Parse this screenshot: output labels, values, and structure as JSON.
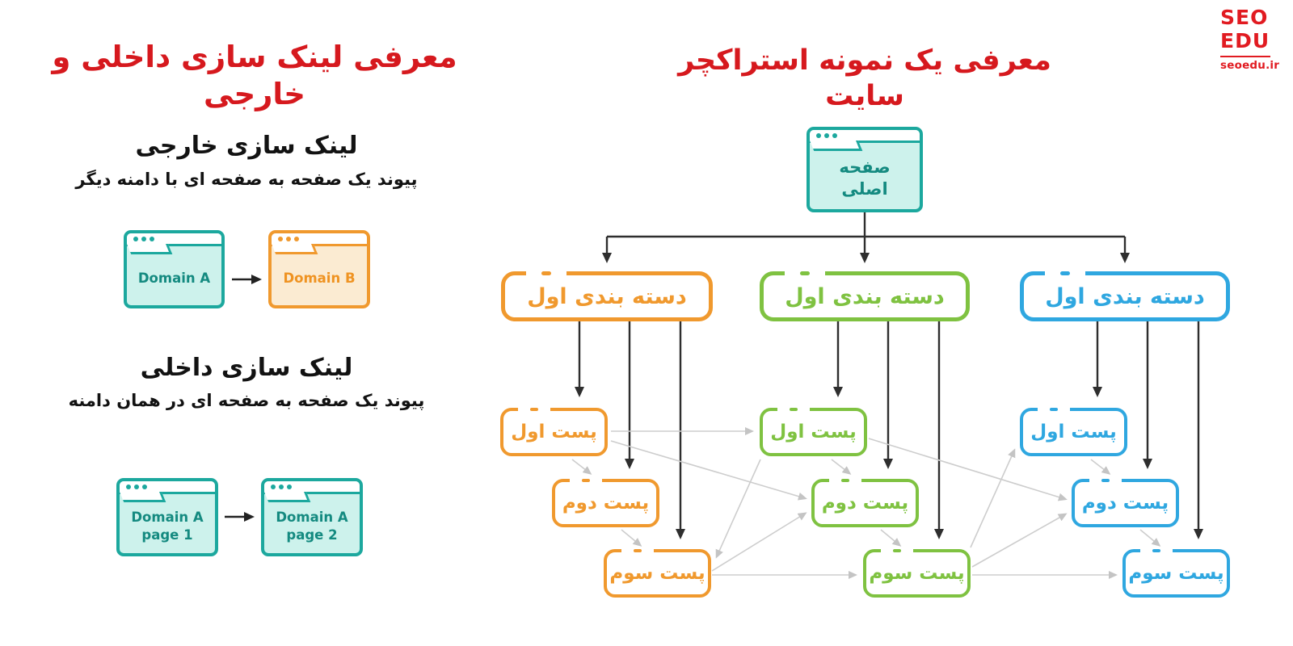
{
  "colors": {
    "brand_red": "#d6191e",
    "teal": "#1ca89e",
    "orange": "#f0992e",
    "green": "#7fc241",
    "blue": "#2fa7e0",
    "tree_arrow": "#2e2e2e",
    "link_line": "#cccccc"
  },
  "logo": {
    "line1": "SEO",
    "line2": "EDU",
    "site": "seoedu.ir"
  },
  "left_panel": {
    "title": "معرفی لینک سازی داخلی و خارجی",
    "external_linking": {
      "heading": "لینک سازی خارجی",
      "description": "پیوند یک صفحه به صفحه ای با دامنه دیگر",
      "source_window": "Domain A",
      "target_window": "Domain B"
    },
    "internal_linking": {
      "heading": "لینک سازی داخلی",
      "description": "پیوند یک صفحه به صفحه ای در همان دامنه",
      "source_window": {
        "line1": "Domain A",
        "line2": "page 1"
      },
      "target_window": {
        "line1": "Domain A",
        "line2": "page 2"
      }
    }
  },
  "structure_panel": {
    "title": "معرفی یک نمونه استراکچر سایت",
    "root": {
      "line1": "صفحه",
      "line2": "اصلی"
    },
    "columns": [
      {
        "name": "orange",
        "color": "#f0992e",
        "category": "دسته بندی اول",
        "posts": [
          "پست اول",
          "پست دوم",
          "پست سوم"
        ]
      },
      {
        "name": "green",
        "color": "#7fc241",
        "category": "دسته بندی اول",
        "posts": [
          "پست اول",
          "پست دوم",
          "پست سوم"
        ]
      },
      {
        "name": "blue",
        "color": "#2fa7e0",
        "category": "دسته بندی اول",
        "posts": [
          "پست اول",
          "پست دوم",
          "پست سوم"
        ]
      }
    ]
  }
}
